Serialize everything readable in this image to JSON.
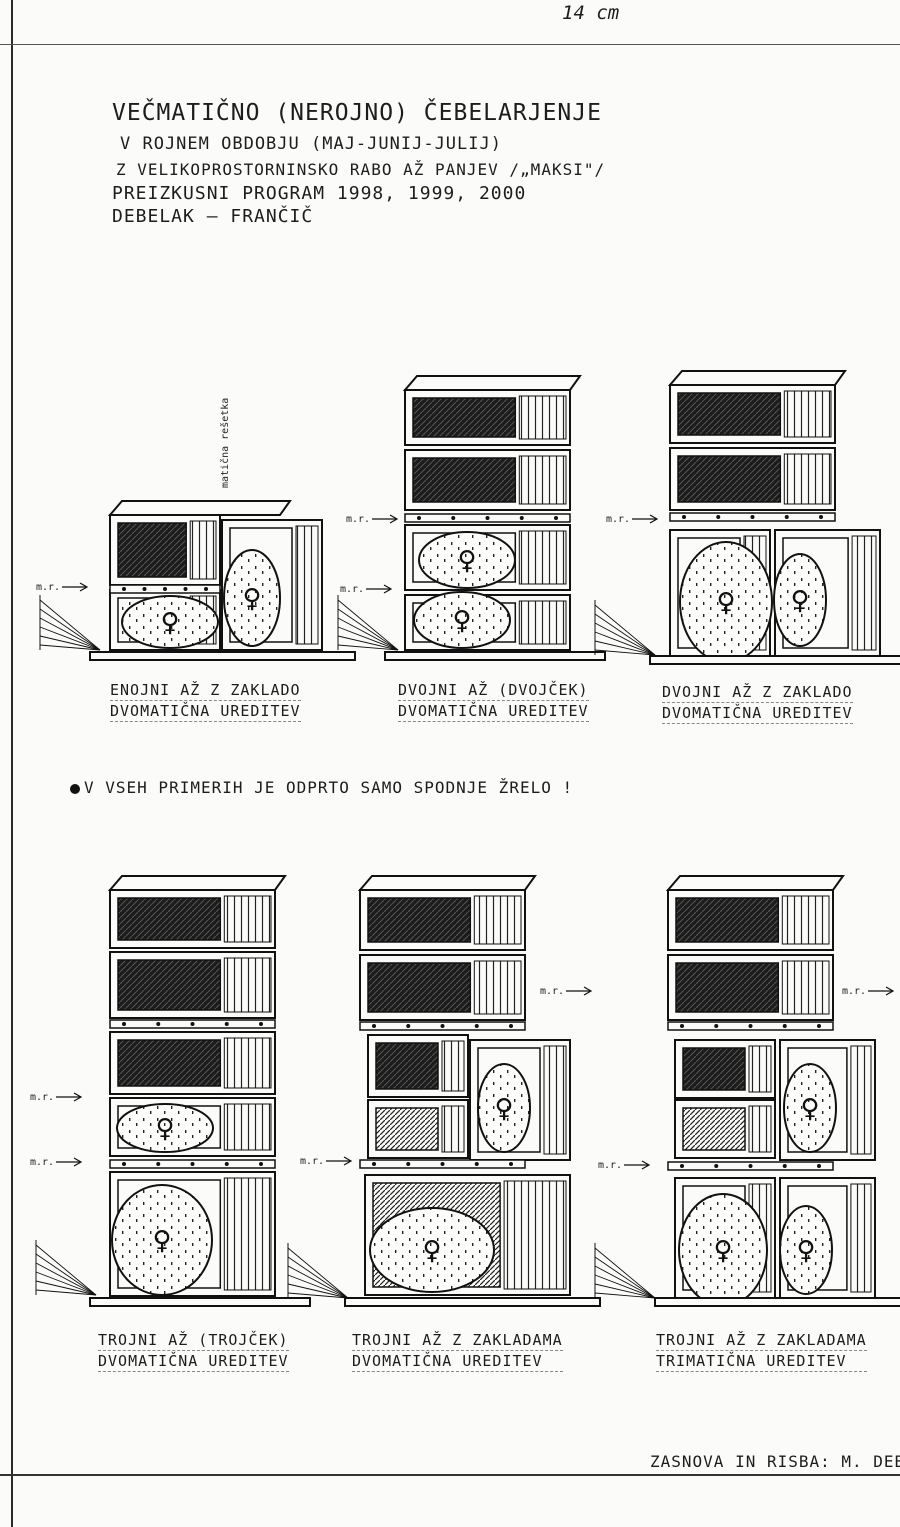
{
  "top_note": "14 cm",
  "title": {
    "line1": "VEČMATIČNO (NEROJNO) ČEBELARJENJE",
    "line2": "V ROJNEM OBDOBJU (MAJ-JUNIJ-JULIJ)",
    "line3": "Z VELIKOPROSTORNINSKO RABO AŽ PANJEV /„MAKSI\"/",
    "line4": "PREIZKUSNI PROGRAM 1998, 1999, 2000",
    "line5": "DEBELAK – FRANČIČ"
  },
  "label_vertical": "matična rešetka",
  "mp_label": "m.r.",
  "queen_symbol": "♀",
  "diagrams": [
    {
      "caption1": "ENOJNI AŽ Z ZAKLADO",
      "caption2": "DVOMATIČNA UREDITEV"
    },
    {
      "caption1": "DVOJNI AŽ (DVOJČEK)",
      "caption2": "DVOMATIČNA UREDITEV"
    },
    {
      "caption1": "DVOJNI AŽ Z ZAKLADO",
      "caption2": "DVOMATIČNA UREDITEV"
    },
    {
      "caption1": "TROJNI AŽ (TROJČEK)",
      "caption2": "DVOMATIČNA UREDITEV"
    },
    {
      "caption1": "TROJNI AŽ Z ZAKLADAMA",
      "caption2": "DVOMATIČNA UREDITEV"
    },
    {
      "caption1": "TROJNI AŽ Z ZAKLADAMA",
      "caption2": "TRIMATIČNA UREDITEV"
    }
  ],
  "note": "V VSEH PRIMERIH JE ODPRTO SAMO SPODNJE ŽRELO !",
  "credit": "ZASNOVA IN RISBA: M. DEB"
}
